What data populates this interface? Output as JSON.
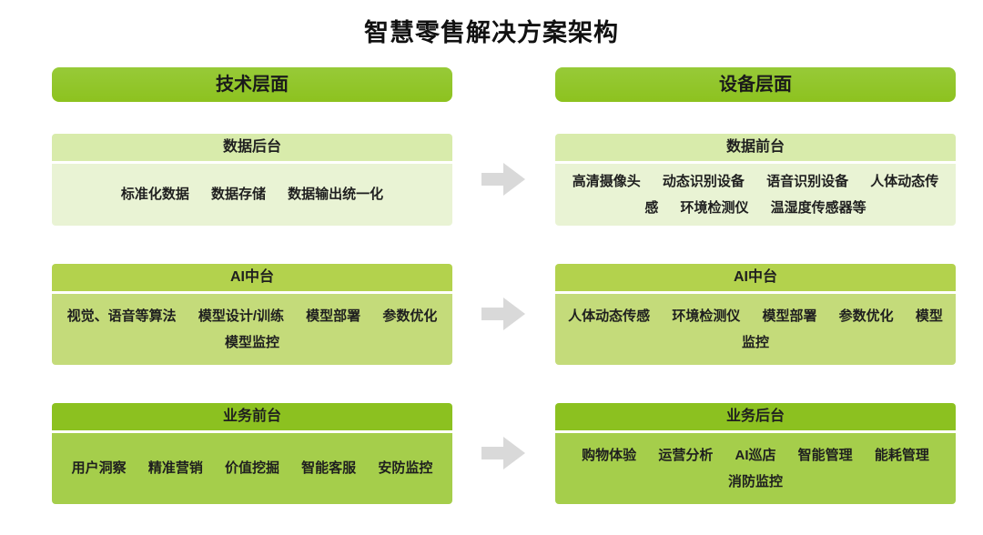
{
  "title": "智慧零售解决方案架构",
  "colors": {
    "column_header_green": "#8dc21f",
    "row1_header_bg": "#d8ebab",
    "row1_body_bg": "#e9f3d4",
    "row2_header_bg": "#b3d24d",
    "row2_body_bg": "#c4db7a",
    "row3_header_bg": "#8cc120",
    "row3_body_bg": "#a5ce4b",
    "arrow_gray": "#d9d9d9",
    "text_color": "#1f1f1f"
  },
  "columns": {
    "left": {
      "header": "技术层面",
      "blocks": [
        {
          "header": "数据后台",
          "content": "标准化数据 数据存储 数据输出统一化"
        },
        {
          "header": "AI中台",
          "content": "视觉、语音等算法 模型设计/训练 模型部署 参数优化 模型监控"
        },
        {
          "header": "业务前台",
          "content": "用户洞察 精准营销 价值挖掘 智能客服 安防监控"
        }
      ]
    },
    "right": {
      "header": "设备层面",
      "blocks": [
        {
          "header": "数据前台",
          "content": "高清摄像头 动态识别设备 语音识别设备 人体动态传感 环境检测仪 温湿度传感器等"
        },
        {
          "header": "AI中台",
          "content": "人体动态传感 环境检测仪 模型部署 参数优化 模型监控"
        },
        {
          "header": "业务后台",
          "content": "购物体验 运营分析 AI巡店 智能管理 能耗管理 消防监控"
        }
      ]
    }
  }
}
